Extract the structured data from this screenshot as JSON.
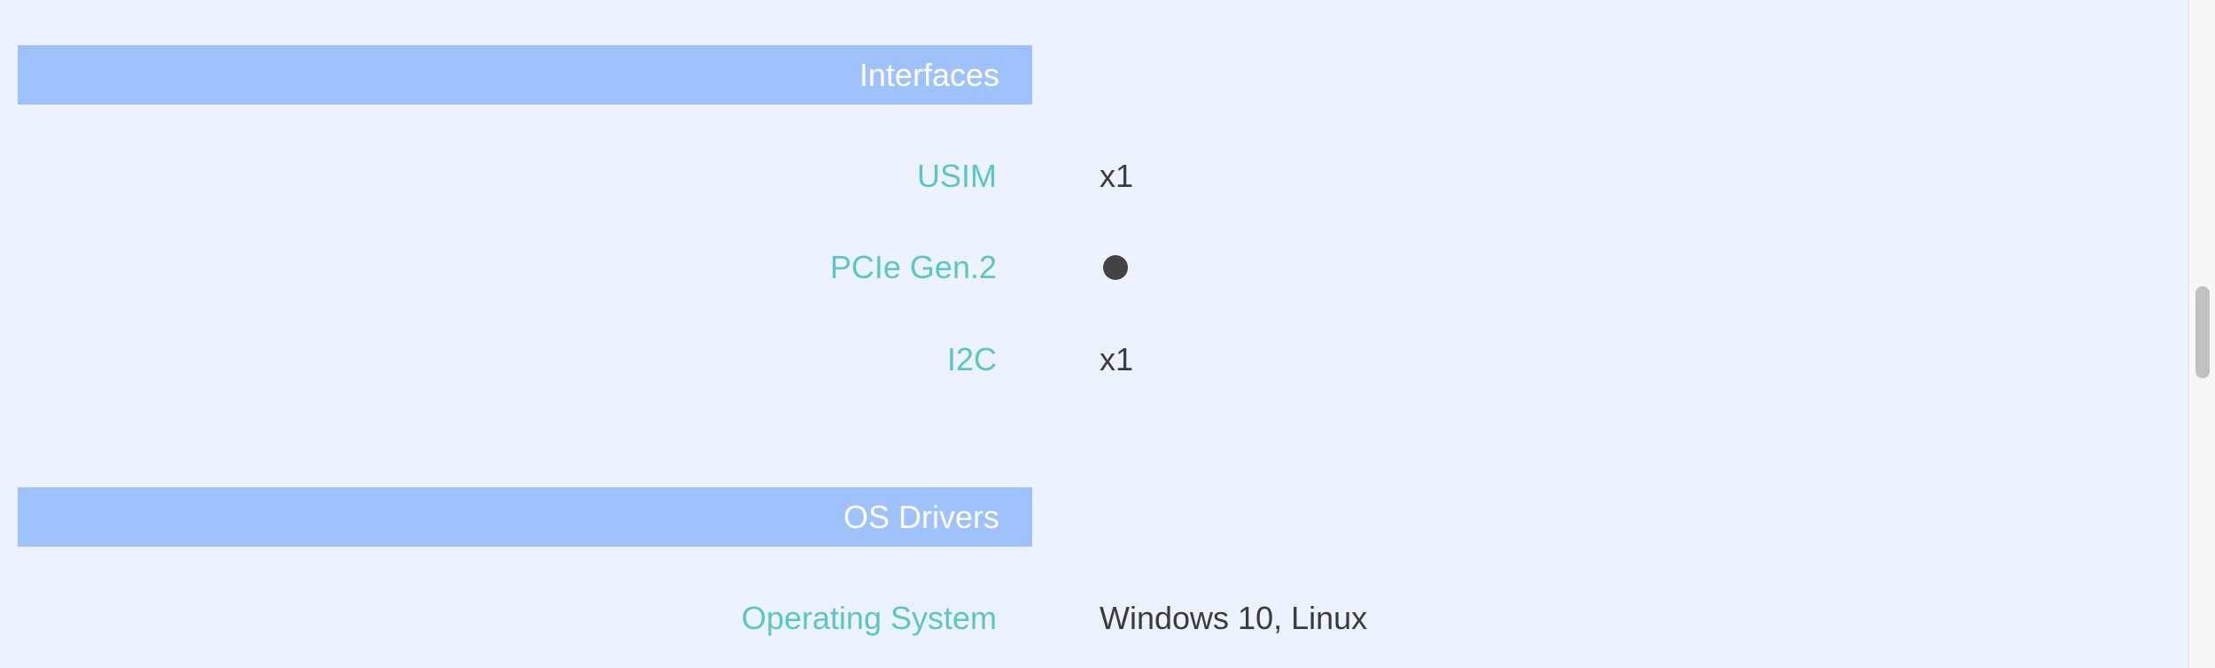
{
  "sections": [
    {
      "title": "Interfaces",
      "rows": [
        {
          "label": "USIM",
          "value": "x1"
        },
        {
          "label": "PCIe Gen.2",
          "value": null,
          "indicator": "filled-circle"
        },
        {
          "label": "I2C",
          "value": "x1"
        }
      ]
    },
    {
      "title": "OS Drivers",
      "rows": [
        {
          "label": "Operating System",
          "value": "Windows 10, Linux"
        }
      ]
    }
  ],
  "colors": {
    "background": "#edf3fe",
    "header_background": "#9fc1fc",
    "header_text": "#ffffff",
    "label_text": "#5bc6c3",
    "value_text": "#3b3b3b",
    "indicator": "#434343"
  },
  "icons": {
    "supported_indicator": "filled-circle-icon"
  }
}
